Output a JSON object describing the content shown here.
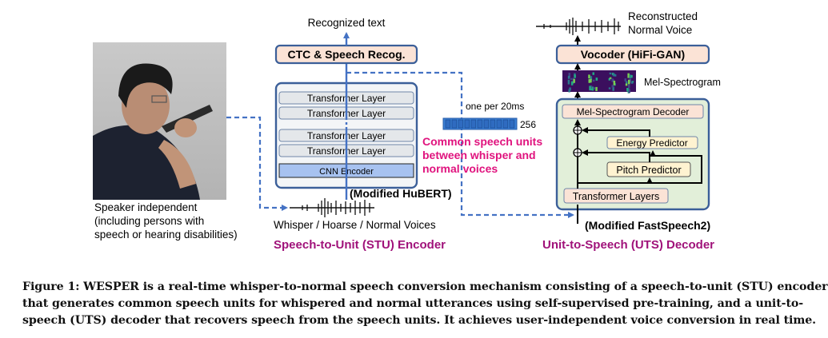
{
  "figure": {
    "speaker_photo_alt": "man-speaking-into-phone-photo",
    "speaker_caption": [
      "Speaker independent",
      "(including  persons with",
      "speech or hearing disabilities)"
    ],
    "stu": {
      "output_label": "Recognized text",
      "ctc_box": "CTC & Speech Recog.",
      "layers": [
        "Transformer Layer",
        "Transformer Layer",
        "Transformer Layer",
        "Transformer Layer"
      ],
      "cnn": "CNN Encoder",
      "model_name": "(Modified HuBERT)",
      "input_label": "Whisper / Hoarse / Normal Voices",
      "title": "Speech-to-Unit (STU) Encoder"
    },
    "units": {
      "rate_label": "one per 20ms",
      "dim_label": "256",
      "cells": 11,
      "description": [
        "Common speech units",
        "between whisper and",
        "normal voices"
      ]
    },
    "uts": {
      "output_label": [
        "Reconstructed",
        "Normal Voice"
      ],
      "vocoder": "Vocoder (HiFi-GAN)",
      "mel_label": "Mel-Spectrogram",
      "mel_decoder": "Mel-Spectrogram Decoder",
      "energy": "Energy Predictor",
      "pitch": "Pitch Predictor",
      "transformer": "Transformer Layers",
      "model_name": "(Modified FastSpeech2)",
      "title": "Unit-to-Speech (UTS) Decoder"
    },
    "colors": {
      "accent_blue": "#4472c4",
      "magenta": "#e0137e",
      "purple_title": "#a0127a",
      "peach": "#fbe3d6",
      "light_green": "#e2efd9",
      "grey_layer": "#e4e7ea",
      "cnn_blue": "#a7c2f0",
      "pitch_yellow": "#fff3d1"
    }
  },
  "caption": {
    "lines": [
      "Figure 1: WESPER is a real-time whisper-to-normal speech conversion mechanism consisting of a speech-to-unit (STU) encoder",
      "that generates common speech units for whispered and normal utterances using self-supervised pre-training, and a unit-to-",
      "speech (UTS) decoder that recovers speech from the speech units. It achieves user-independent voice conversion in real time."
    ]
  }
}
